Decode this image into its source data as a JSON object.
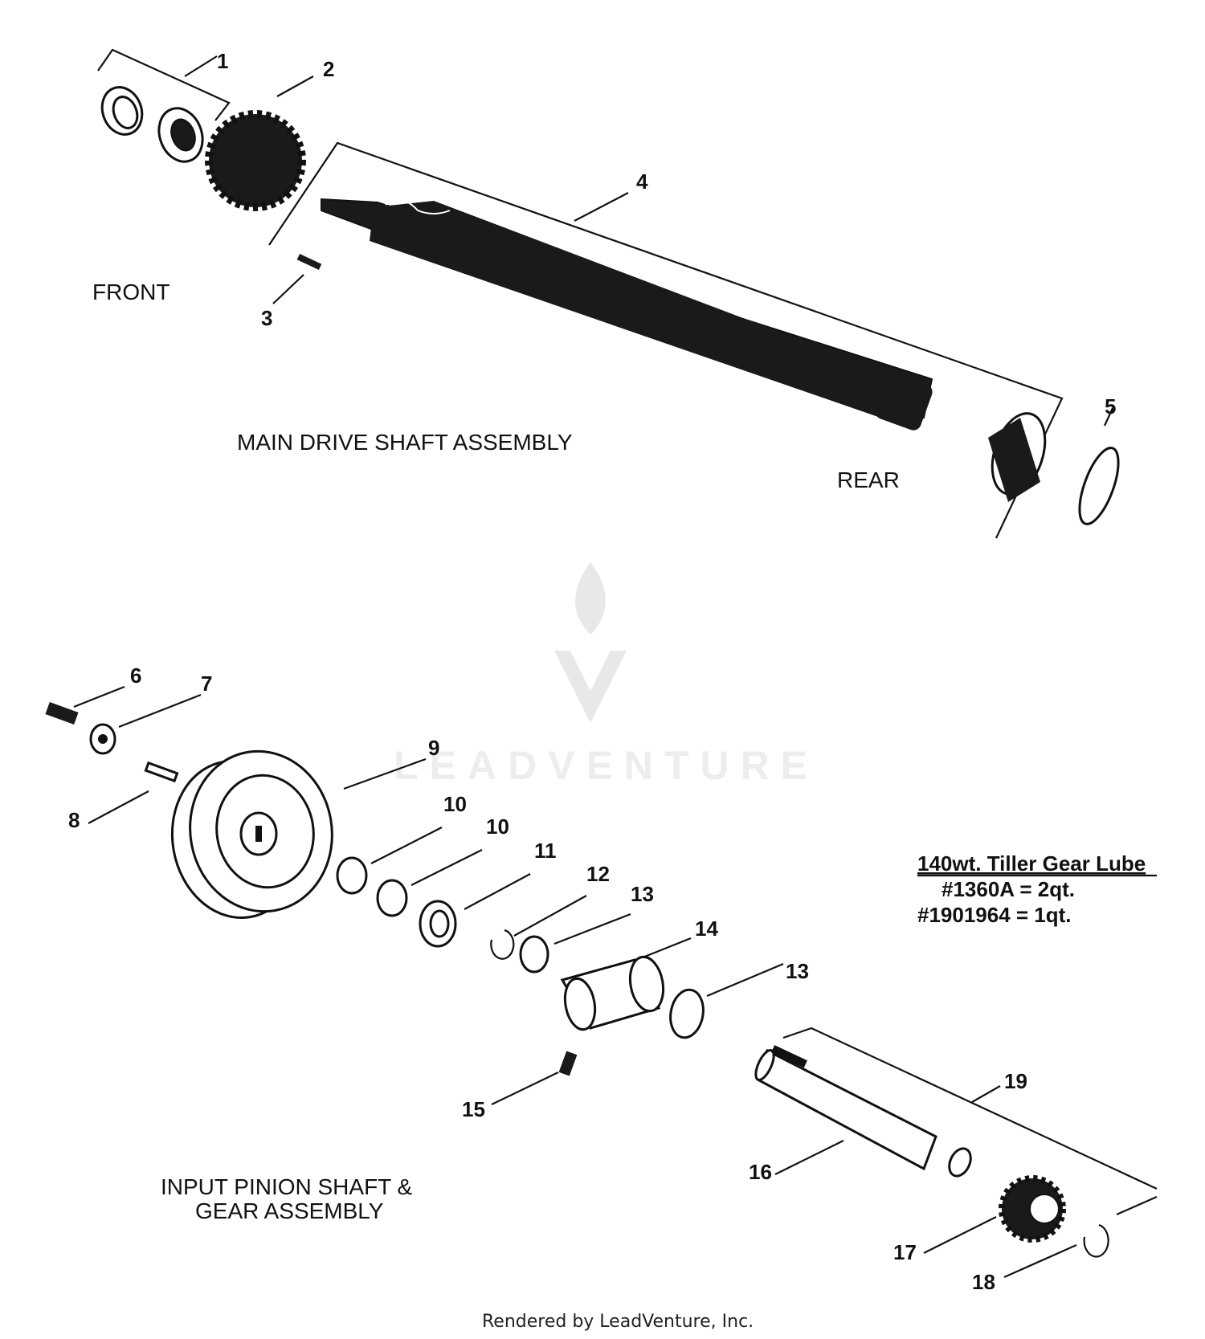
{
  "labels": {
    "front": "FRONT",
    "rear": "REAR",
    "main_assembly": "MAIN DRIVE SHAFT ASSEMBLY",
    "pinion_line1": "INPUT PINION SHAFT &",
    "pinion_line2": "GEAR ASSEMBLY"
  },
  "lube": {
    "title": "140wt. Tiller Gear Lube",
    "line1": "#1360A = 2qt.",
    "line2": "#1901964 = 1qt."
  },
  "callouts": {
    "c1": "1",
    "c2": "2",
    "c3": "3",
    "c4": "4",
    "c5": "5",
    "c6": "6",
    "c7": "7",
    "c8": "8",
    "c9": "9",
    "c10a": "10",
    "c10b": "10",
    "c11": "11",
    "c12": "12",
    "c13a": "13",
    "c13b": "13",
    "c14": "14",
    "c15": "15",
    "c16": "16",
    "c17": "17",
    "c18": "18",
    "c19": "19"
  },
  "watermark": "LEADVENTURE",
  "footer": "Rendered by LeadVenture, Inc."
}
